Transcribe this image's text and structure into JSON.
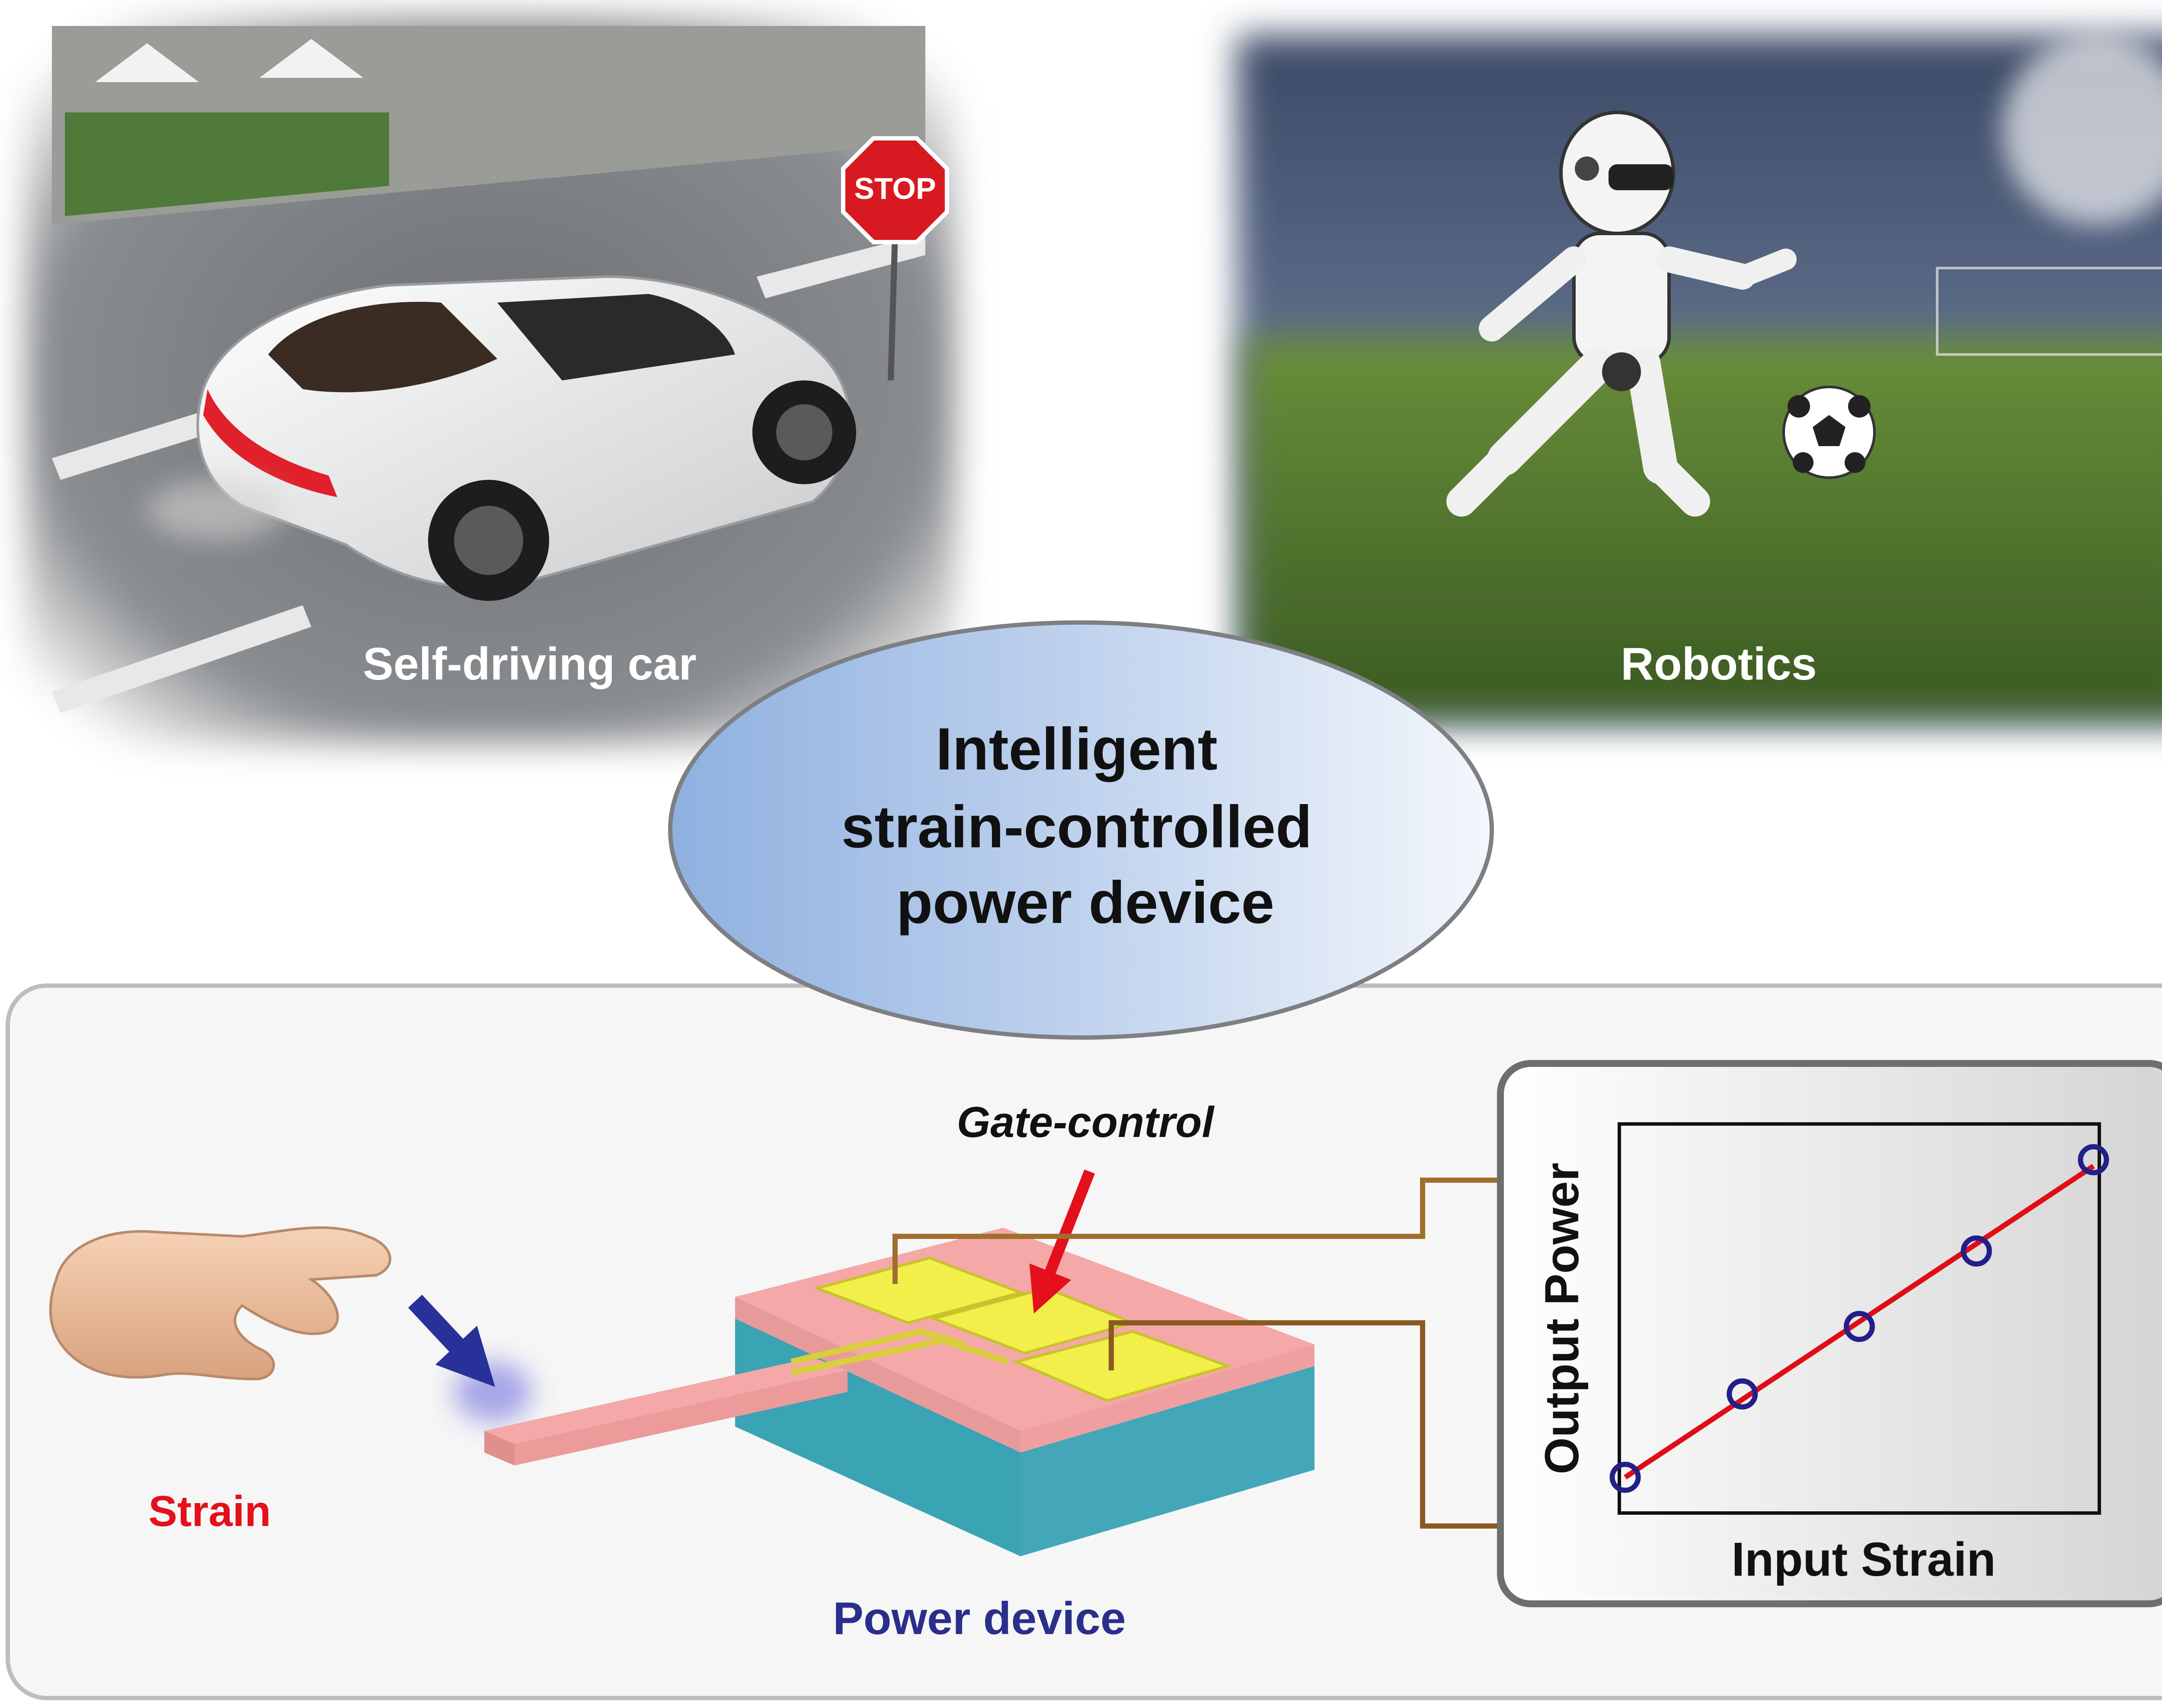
{
  "photos": {
    "car": {
      "caption": "Self-driving car",
      "sign": "STOP"
    },
    "robot": {
      "caption": "Robotics"
    }
  },
  "center": {
    "lines": [
      "Intelligent",
      "strain-controlled",
      "power device"
    ]
  },
  "device": {
    "gate_label": "Gate-control",
    "strain_label": "Strain",
    "device_label": "Power device"
  },
  "chart_data": {
    "type": "scatter",
    "xlabel": "Input Strain",
    "ylabel": "Output Power",
    "x": [
      1,
      2,
      3,
      4,
      5
    ],
    "y": [
      1,
      2.05,
      2.9,
      3.85,
      5
    ],
    "fit_line": true,
    "marker": "open-circle",
    "xlim": [
      0.95,
      5.05
    ],
    "ylim": [
      0.55,
      5.45
    ],
    "grid": false
  },
  "colors": {
    "strain_text": "#e4101b",
    "device_text": "#2a2f8c",
    "fit_line": "#e00d18",
    "markers": "#231f8a",
    "gate_arrow": "#e4101b",
    "wire": "#a06e2e"
  }
}
